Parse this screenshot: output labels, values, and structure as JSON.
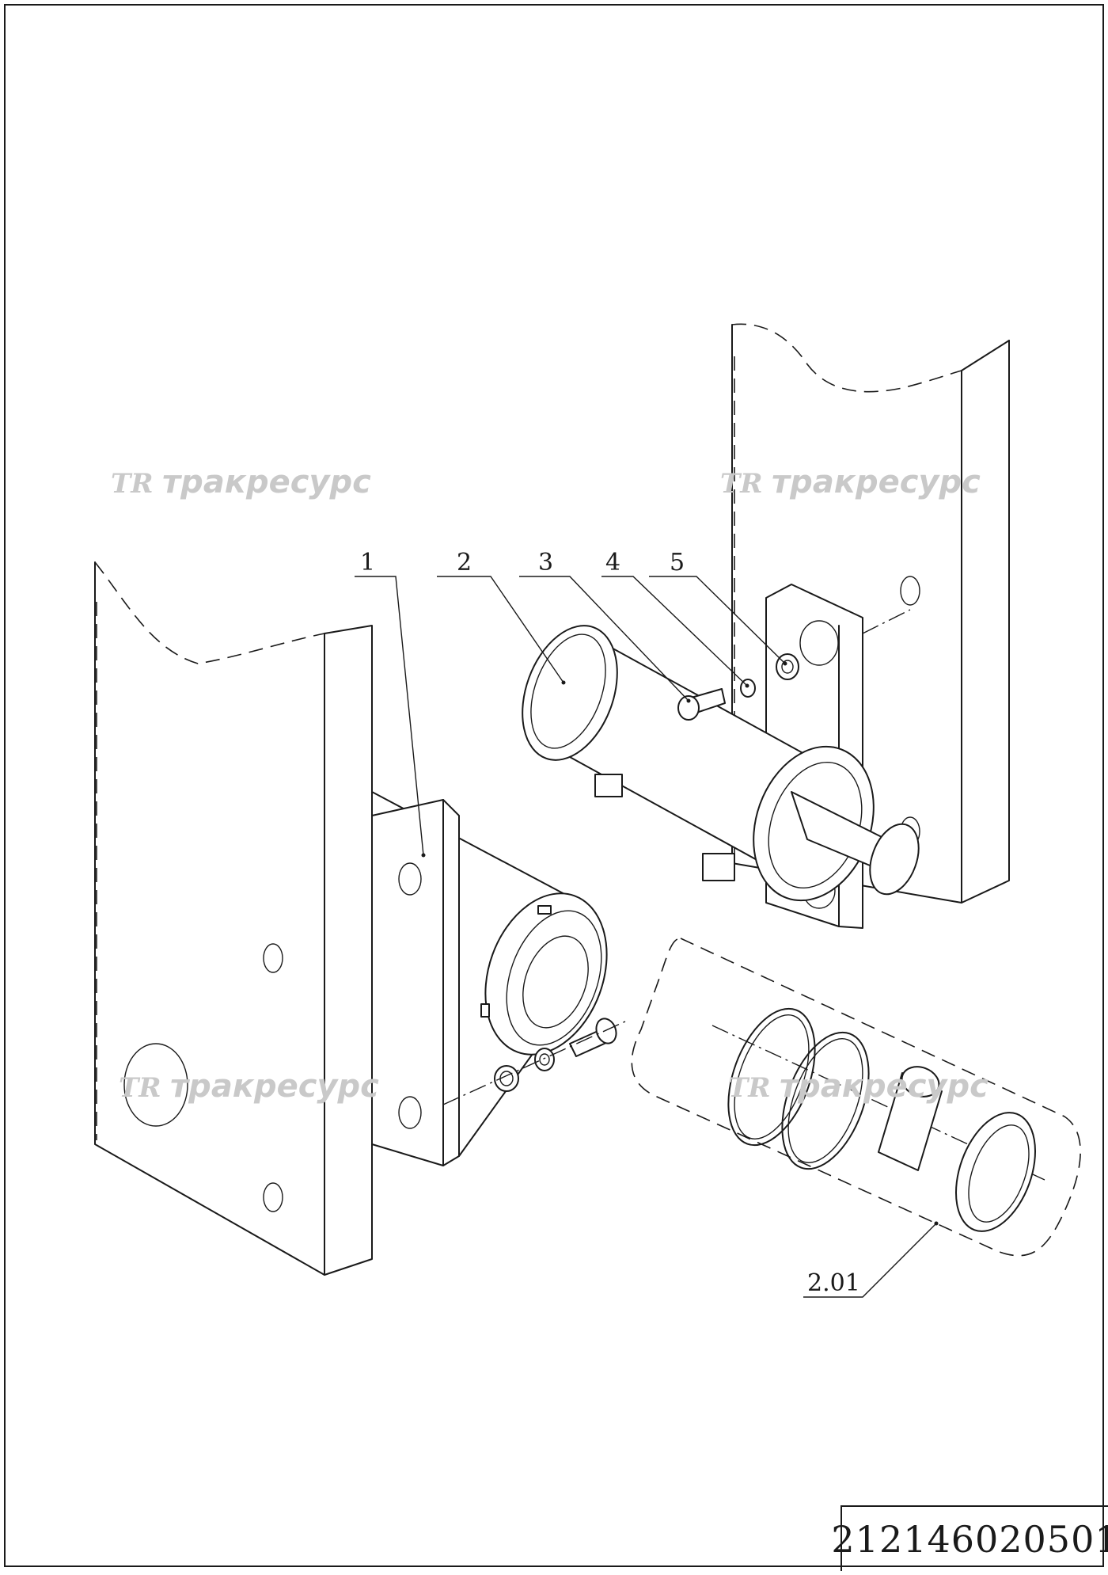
{
  "drawing": {
    "callouts": [
      {
        "id": "1",
        "label": "1"
      },
      {
        "id": "2",
        "label": "2"
      },
      {
        "id": "3",
        "label": "3"
      },
      {
        "id": "4",
        "label": "4"
      },
      {
        "id": "5",
        "label": "5"
      },
      {
        "id": "2.01",
        "label": "2.01"
      }
    ],
    "watermark": {
      "logo": "TR",
      "brand": "тракресурс"
    },
    "document_code": "212146020501"
  }
}
